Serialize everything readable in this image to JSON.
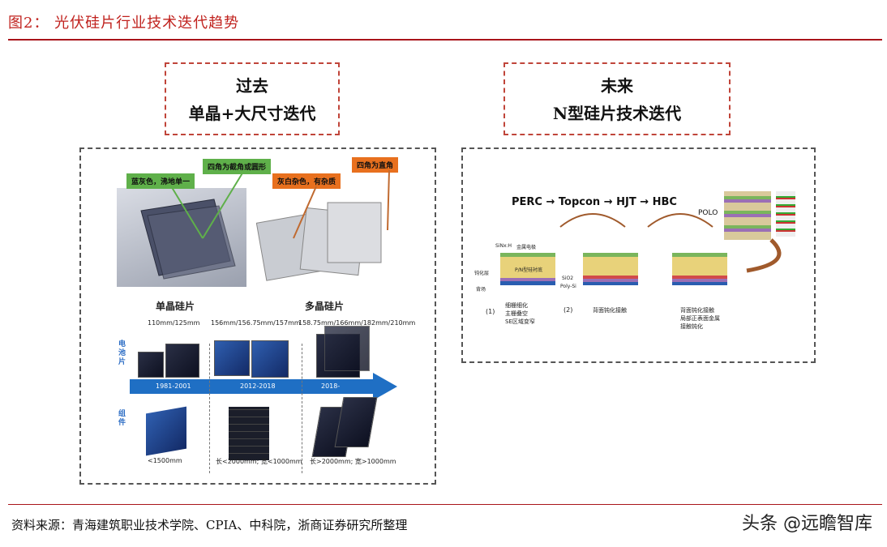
{
  "figure_title": "图2： 光伏硅片行业技术迭代趋势",
  "past_box": {
    "line1": "过去",
    "line2": "单晶+大尺寸迭代"
  },
  "future_box": {
    "line1": "未来",
    "line2": "N型硅片技术迭代"
  },
  "left_panel": {
    "tag_green1": "蓝灰色，沸地单一",
    "tag_green2": "四角为截角或圆形",
    "tag_orange1": "灰白杂色，有杂质",
    "tag_orange2": "四角为直角",
    "mono_label": "单晶硅片",
    "poly_label": "多晶硅片",
    "cell_side_label": "电池片",
    "module_side_label": "组件",
    "sizes": [
      "110mm/125mm",
      "156mm/156.75mm/157mm",
      "158.75mm/166mm/182mm/210mm"
    ],
    "timeline": [
      "1981-2001",
      "2012-2018",
      "2018-"
    ],
    "module_sizes": [
      "<1500mm",
      "长<2000mm; 宽<1000mm",
      "长>2000mm; 宽>1000mm"
    ]
  },
  "right_panel": {
    "roadmap": "PERC → Topcon → HJT → HBC",
    "polo": "POLO",
    "layer_labels": [
      "SiNx:H",
      "金属电极",
      "钝化层",
      "P/N型硅衬底",
      "背场",
      "SiO2",
      "Poly-Si"
    ],
    "step_nums": [
      "(1)",
      "(2)"
    ],
    "bullets1": [
      "细栅细化",
      "主栅叠空",
      "SE区域变窄"
    ],
    "bullets2": [
      "背面钝化接触"
    ],
    "bullets3": [
      "背面钝化接触",
      "局部正表面金属",
      "接触钝化"
    ]
  },
  "source": "资料来源：青海建筑职业技术学院、CPIA、中科院，浙商证券研究所整理",
  "watermark": "头条 @远瞻智库",
  "colors": {
    "title_red": "#c0221e",
    "green_tag": "#5fb04a",
    "orange_tag": "#e8701e",
    "arrow_blue": "#1f6fc4"
  }
}
